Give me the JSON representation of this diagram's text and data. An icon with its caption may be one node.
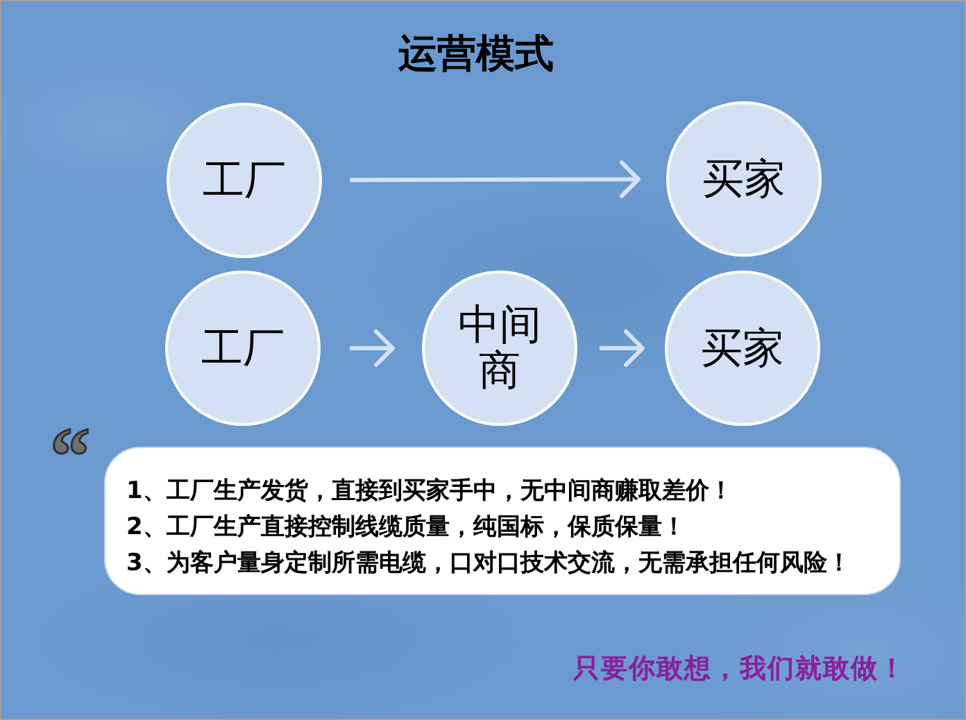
{
  "diagram": {
    "title": "运营模式",
    "nodes": [
      {
        "text": [
          "工厂"
        ]
      },
      {
        "text": [
          "买家"
        ]
      },
      {
        "text": [
          "工厂"
        ]
      },
      {
        "text": [
          "中间商"
        ]
      },
      {
        "text": [
          "买家"
        ]
      },
      {
        "text": [
          "1、工厂生产发货，直接到买家手中，无中间商赚取差价！",
          "2、工厂生产直接控制线缆质量，纯国标，保质保量！",
          "3、为客户量身定制所需电缆，口对口技术交流，无需承担任何风险！"
        ]
      }
    ],
    "edges": [
      {
        "from": 0,
        "to": 1,
        "arrow": "to"
      },
      {
        "from": 2,
        "to": 3,
        "arrow": "to"
      },
      {
        "from": 3,
        "to": 4,
        "arrow": "to"
      }
    ],
    "labels": [
      "“",
      "只要你敢想，我们就敢做！"
    ]
  }
}
